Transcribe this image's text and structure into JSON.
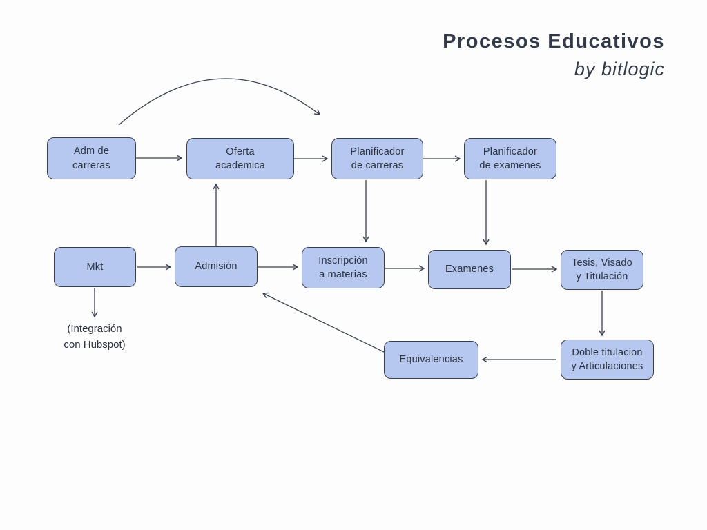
{
  "title": {
    "line1": "Procesos Educativos",
    "line2": "by bitlogic"
  },
  "nodes": {
    "adm": {
      "label": "Adm de\ncarreras"
    },
    "oferta": {
      "label": "Oferta\nacademica"
    },
    "plan_carreras": {
      "label": "Planificador\nde carreras"
    },
    "plan_examenes": {
      "label": "Planificador\nde examenes"
    },
    "mkt": {
      "label": "Mkt"
    },
    "admision": {
      "label": "Admisión"
    },
    "inscripcion": {
      "label": "Inscripción\na materias"
    },
    "examenes": {
      "label": "Examenes"
    },
    "tesis": {
      "label": "Tesis, Visado\ny Titulación"
    },
    "equivalencias": {
      "label": "Equivalencias"
    },
    "doble": {
      "label": "Doble titulacion\ny Articulaciones"
    },
    "hubspot_note": {
      "label": "(Integración\ncon Hubspot)"
    }
  },
  "colors": {
    "node_fill": "#b7c8f0",
    "node_border": "#3b4048",
    "text": "#2b3240",
    "title_text": "#323a49",
    "background": "#fdfdfd"
  }
}
